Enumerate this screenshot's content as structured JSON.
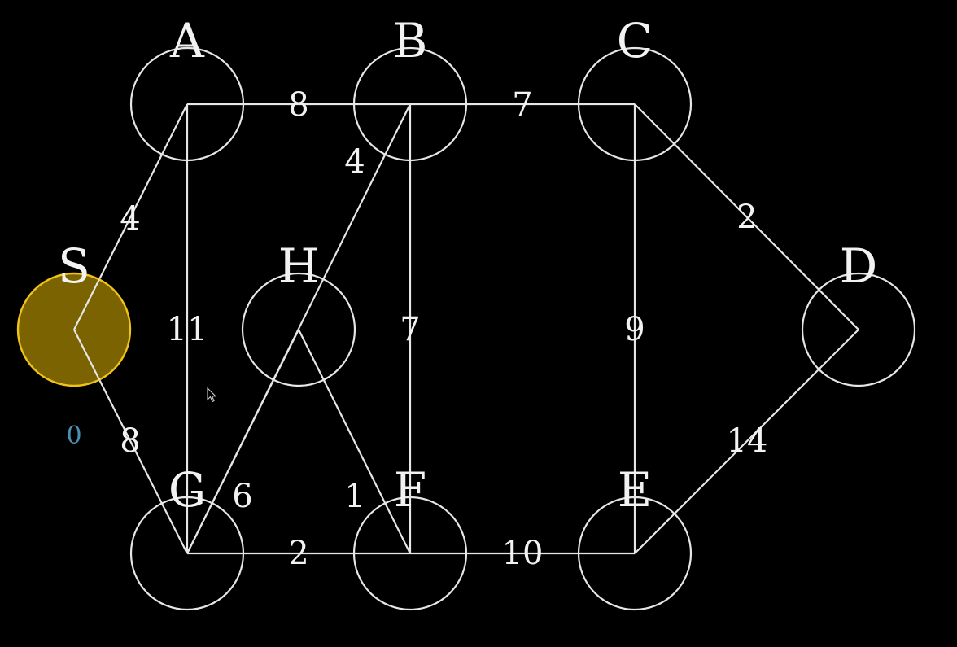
{
  "graph": {
    "colors": {
      "background": "#000000",
      "stroke": "#e6e6e6",
      "text": "#f2f2f2",
      "source_fill": "#7a6300",
      "source_stroke": "#f0c417",
      "distance_text": "#4d8fb3"
    },
    "source": "S",
    "nodes": [
      {
        "id": "S",
        "label": "S"
      },
      {
        "id": "A",
        "label": "A"
      },
      {
        "id": "B",
        "label": "B"
      },
      {
        "id": "C",
        "label": "C"
      },
      {
        "id": "D",
        "label": "D"
      },
      {
        "id": "E",
        "label": "E"
      },
      {
        "id": "F",
        "label": "F"
      },
      {
        "id": "G",
        "label": "G"
      },
      {
        "id": "H",
        "label": "H"
      }
    ],
    "edges": [
      {
        "from": "S",
        "to": "A",
        "weight": "4"
      },
      {
        "from": "S",
        "to": "G",
        "weight": "8"
      },
      {
        "from": "A",
        "to": "B",
        "weight": "8"
      },
      {
        "from": "A",
        "to": "G",
        "weight": "11"
      },
      {
        "from": "B",
        "to": "C",
        "weight": "7"
      },
      {
        "from": "B",
        "to": "F",
        "weight": "7"
      },
      {
        "from": "B",
        "to": "G",
        "weight": "4"
      },
      {
        "from": "C",
        "to": "D",
        "weight": "2"
      },
      {
        "from": "C",
        "to": "E",
        "weight": "9"
      },
      {
        "from": "D",
        "to": "E",
        "weight": "14"
      },
      {
        "from": "E",
        "to": "F",
        "weight": "10"
      },
      {
        "from": "F",
        "to": "G",
        "weight": "2"
      },
      {
        "from": "H",
        "to": "G",
        "weight": "6"
      },
      {
        "from": "H",
        "to": "F",
        "weight": "1"
      }
    ],
    "distances": [
      {
        "node": "S",
        "value": "0"
      }
    ]
  }
}
